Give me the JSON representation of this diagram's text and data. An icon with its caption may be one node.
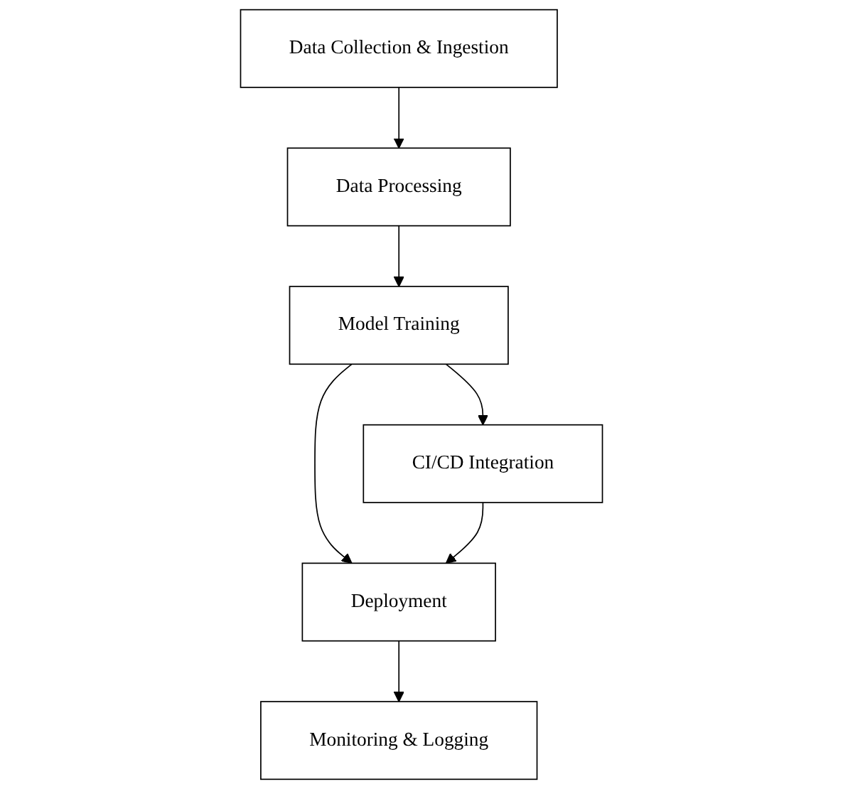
{
  "diagram": {
    "nodes": [
      {
        "text": [
          "Data Collection & Ingestion"
        ]
      },
      {
        "text": [
          "Data Processing"
        ]
      },
      {
        "text": [
          "Model Training"
        ]
      },
      {
        "text": [
          "CI/CD Integration"
        ]
      },
      {
        "text": [
          "Deployment"
        ]
      },
      {
        "text": [
          "Monitoring & Logging"
        ]
      }
    ],
    "edges": [
      {
        "from": 0,
        "to": 1,
        "arrow": "to"
      },
      {
        "from": 1,
        "to": 2,
        "arrow": "to"
      },
      {
        "from": 2,
        "to": 3,
        "arrow": "to"
      },
      {
        "from": 2,
        "to": 4,
        "arrow": "to"
      },
      {
        "from": 3,
        "to": 4,
        "arrow": "to"
      },
      {
        "from": 4,
        "to": 5,
        "arrow": "to"
      }
    ]
  }
}
